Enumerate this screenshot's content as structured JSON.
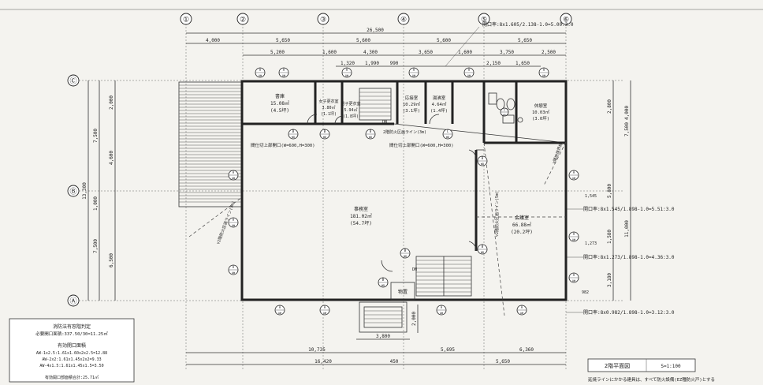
{
  "grid": {
    "cols": [
      "①",
      "②",
      "③",
      "④",
      "⑤",
      "⑥"
    ],
    "rows": [
      "Ⓒ",
      "Ⓑ",
      "Ⓐ"
    ]
  },
  "dims": {
    "top_total": "26,500",
    "top_row2": [
      "4,000",
      "5,650",
      "5,600",
      "5,600",
      "5,650"
    ],
    "top_row3": [
      "5,200",
      "1,600",
      "4,300",
      "3,650",
      "1,600",
      "3,750",
      "2,500"
    ],
    "top_row4": [
      "1,320",
      "1,990",
      "990",
      "2,150",
      "1,650"
    ],
    "left_outer": "13,300",
    "left_a": [
      "7,500",
      "1,000",
      "7,500"
    ],
    "left_b": [
      "2,000",
      "4,600",
      "6,500"
    ],
    "right_a": [
      "2,800",
      "5,800",
      "1,580",
      "3,180"
    ],
    "right_b": [
      "4,000",
      "7,500",
      "11,000"
    ],
    "right_small": [
      "1,545",
      "1,273",
      "982"
    ],
    "bottom_row1": [
      "10,735",
      "5,695",
      "6,360"
    ],
    "bottom_row2": [
      "16,420",
      "450",
      "5,650"
    ],
    "stair_w": "3,800",
    "stair_h": "2,000"
  },
  "rooms": {
    "r1": {
      "name": "書庫",
      "area": "15.08㎡",
      "tsubo": "(4.5坪)"
    },
    "r2": {
      "name": "女子更衣室",
      "area": "3.80㎡",
      "tsubo": "(1.1坪)"
    },
    "r3": {
      "name": "男子更衣室",
      "area": "5.94㎡",
      "tsubo": "(1.8坪)"
    },
    "r4": {
      "name": "応接室",
      "area": "10.29㎡",
      "tsubo": "(3.1坪)"
    },
    "r5": {
      "name": "湯沸室",
      "area": "4.64㎡",
      "tsubo": "(1.4坪)"
    },
    "r6": {
      "name": "休憩室",
      "area": "10.03㎡",
      "tsubo": "(3.0坪)"
    },
    "r7": {
      "name": "事務室",
      "area": "181.02㎡",
      "tsubo": "(54.7坪)"
    },
    "r8": {
      "name": "会議室",
      "area": "66.88㎡",
      "tsubo": "(20.2坪)"
    },
    "r9": {
      "name": "物置"
    }
  },
  "notes": {
    "open_top": "開口率:8x1.605/2.138-1.0=5.00:3.0",
    "open_r1": "開口率:8x1.545/1.898-1.0=5.51:3.0",
    "open_r2": "開口率:8x1.273/1.898-1.0=4.36:3.0",
    "open_r3": "開口率:8x0.982/1.898-1.0=3.12:3.0",
    "hatch1": "間仕切上部開口(W=600,H=300)",
    "hatch2": "間仕切上部開口(W=600,H=300)",
    "fire1": "2階防火区画ライン(3m)",
    "fire2": "▽2階防火区画ライン(5m)",
    "fire3": "▽2階防火区画ライン(5m)",
    "fire4": "▽隣地境界線",
    "dn": "DN",
    "up": "UP"
  },
  "tags": [
    "A",
    "AW",
    "B",
    "WD",
    "C"
  ],
  "calc": {
    "title": "消防法有窓階判定",
    "line1": "必要開口面積:337.50/30=11.25㎡",
    "sub": "有効開口面積",
    "l2": "AW-1x2.5:1.61x1.60x2x2.5=12.88",
    "l3": "AW-2x2:1.61x1.45x2x2=9.33",
    "l4": "AW-4x1.5:1.61x1.45x1.5=3.50",
    "l5": "有効開口部面積合計:25.71㎡"
  },
  "title_block": {
    "name": "2階平面図",
    "scale": "S=1:100"
  },
  "footnote": "延焼ラインにかかる建具は、すべて防火設備(EZ種防火戸)とする"
}
